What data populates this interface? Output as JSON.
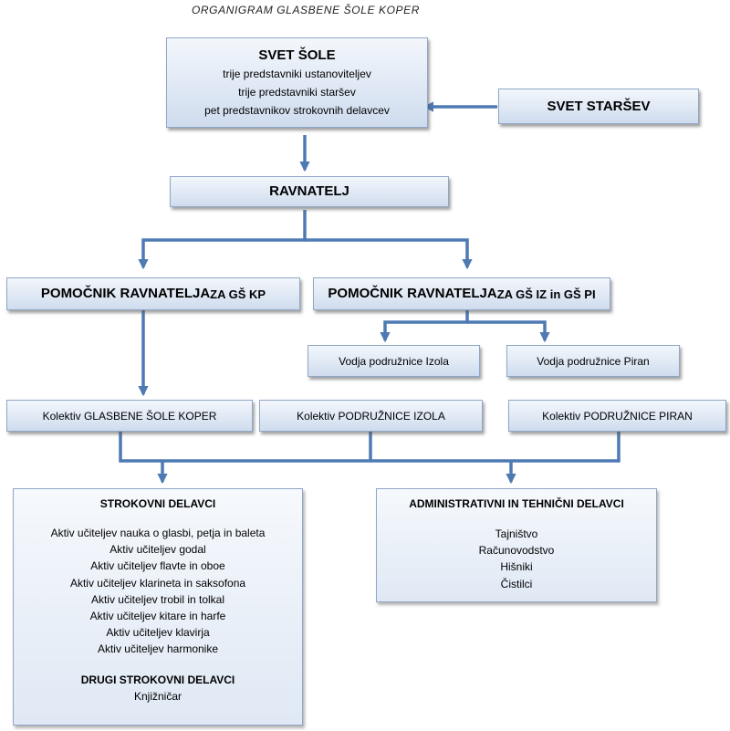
{
  "title": "ORGANIGRAM GLASBENE ŠOLE KOPER",
  "svet_sole": {
    "heading": "SVET ŠOLE",
    "lines": [
      "trije predstavniki ustanoviteljev",
      "trije predstavniki staršev",
      "pet predstavnikov strokovnih delavcev"
    ]
  },
  "svet_starsev": "SVET STARŠEV",
  "ravnatelj": "RAVNATELJ",
  "pomocnik_kp": {
    "main": "POMOČNIK RAVNATELJA",
    "suffix": " ZA GŠ KP"
  },
  "pomocnik_iz_pi": {
    "main": "POMOČNIK RAVNATELJA",
    "suffix": " ZA GŠ IZ in GŠ PI"
  },
  "vodja_izola": "Vodja podružnice Izola",
  "vodja_piran": "Vodja podružnice Piran",
  "kolektiv_koper": "Kolektiv GLASBENE ŠOLE KOPER",
  "kolektiv_izola": "Kolektiv PODRUŽNICE IZOLA",
  "kolektiv_piran": "Kolektiv PODRUŽNICE PIRAN",
  "strokovni": {
    "heading": "STROKOVNI DELAVCI",
    "items": [
      "Aktiv učiteljev nauka o glasbi, petja in baleta",
      "Aktiv učiteljev godal",
      "Aktiv učiteljev flavte in oboe",
      "Aktiv učiteljev klarineta in saksofona",
      "Aktiv učiteljev trobil in tolkal",
      "Aktiv učiteljev kitare in harfe",
      "Aktiv učiteljev klavirja",
      "Aktiv učiteljev harmonike"
    ],
    "sub_heading": "DRUGI STROKOVNI DELAVCI",
    "sub_items": [
      "Knjižničar"
    ]
  },
  "administrativni": {
    "heading": "ADMINISTRATIVNI IN TEHNIČNI DELAVCI",
    "items": [
      "Tajništvo",
      "Računovodstvo",
      "Hišniki",
      "Čistilci"
    ]
  },
  "colors": {
    "box_border": "#8fa7c6",
    "box_fill": "#cfdcee",
    "connector": "#4e7ab4"
  }
}
